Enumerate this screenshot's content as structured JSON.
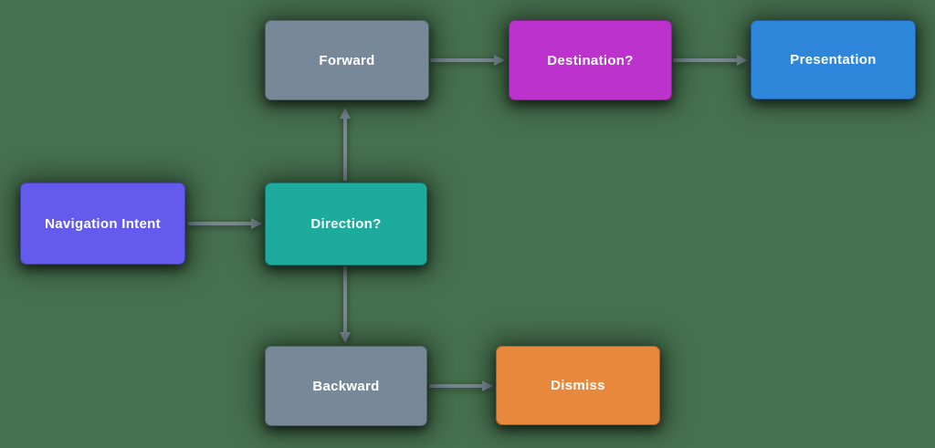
{
  "diagram": {
    "title": "navigation-intent-flowchart",
    "background_color": "#47714E",
    "arrow_color": "#7B8894",
    "text_color": "#FFFFFF",
    "nodes": [
      {
        "id": "navigation-intent",
        "label": "Navigation Intent",
        "color": "#645AEB",
        "shape": "rounded-rect"
      },
      {
        "id": "direction",
        "label": "Direction?",
        "color": "#1CAB9C",
        "shape": "rounded-rect"
      },
      {
        "id": "forward",
        "label": "Forward",
        "color": "#778899",
        "shape": "rounded-rect"
      },
      {
        "id": "destination",
        "label": "Destination?",
        "color": "#BB33CC",
        "shape": "rounded-rect"
      },
      {
        "id": "presentation",
        "label": "Presentation",
        "color": "#2E86DB",
        "shape": "rounded-rect"
      },
      {
        "id": "backward",
        "label": "Backward",
        "color": "#778899",
        "shape": "rounded-rect"
      },
      {
        "id": "dismiss",
        "label": "Dismiss",
        "color": "#E8883C",
        "shape": "rounded-rect"
      }
    ],
    "edges": [
      {
        "from": "navigation-intent",
        "to": "direction",
        "direction": "right"
      },
      {
        "from": "direction",
        "to": "forward",
        "direction": "up"
      },
      {
        "from": "direction",
        "to": "backward",
        "direction": "down"
      },
      {
        "from": "forward",
        "to": "destination",
        "direction": "right"
      },
      {
        "from": "destination",
        "to": "presentation",
        "direction": "right"
      },
      {
        "from": "backward",
        "to": "dismiss",
        "direction": "right"
      }
    ]
  }
}
